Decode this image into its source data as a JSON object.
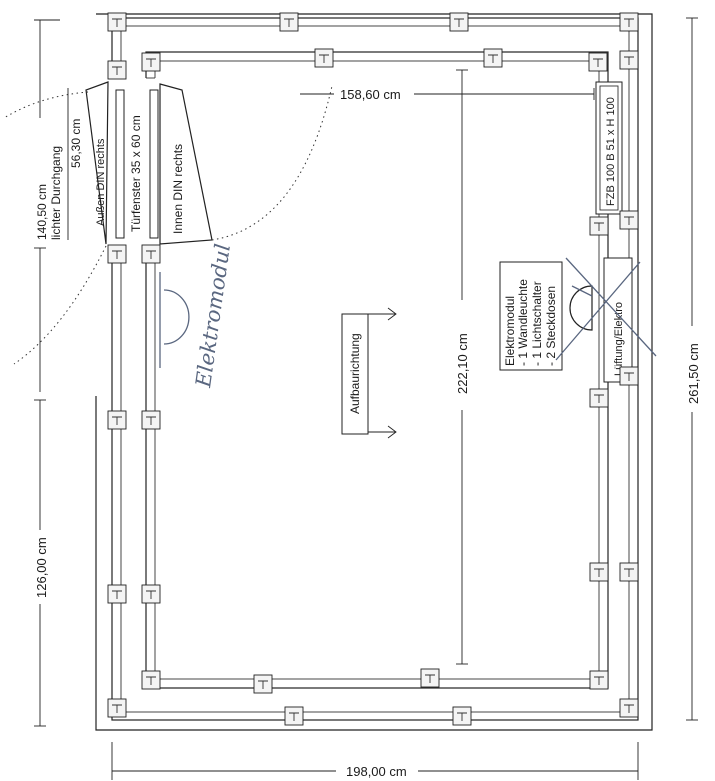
{
  "dimensions": {
    "inner_width": "158,60 cm",
    "inner_depth": "222,10 cm",
    "outer_depth": "261,50 cm",
    "outer_width": "198,00 cm",
    "offset_left": "126,00 cm",
    "door_line1": "140,50 cm",
    "door_line2": "lichter Durchgang"
  },
  "door": {
    "frame_width": "56,30 cm",
    "outer_swing": "Außen DIN rechts",
    "inner_swing": "Innen DIN rechts",
    "window": "Türfenster 35 x 60 cm"
  },
  "window_right": "FZB 100   B 51 x H 100",
  "direction_label": "Aufbaurichtung",
  "elektromodul": {
    "lines": [
      "Elektromodul",
      "- 1 Wandleuchte",
      "- 1 Lichtschalter",
      "- 2 Steckdosen"
    ]
  },
  "ventilation": "Lüftung/Elektro",
  "handwritten": "Elektromodul"
}
